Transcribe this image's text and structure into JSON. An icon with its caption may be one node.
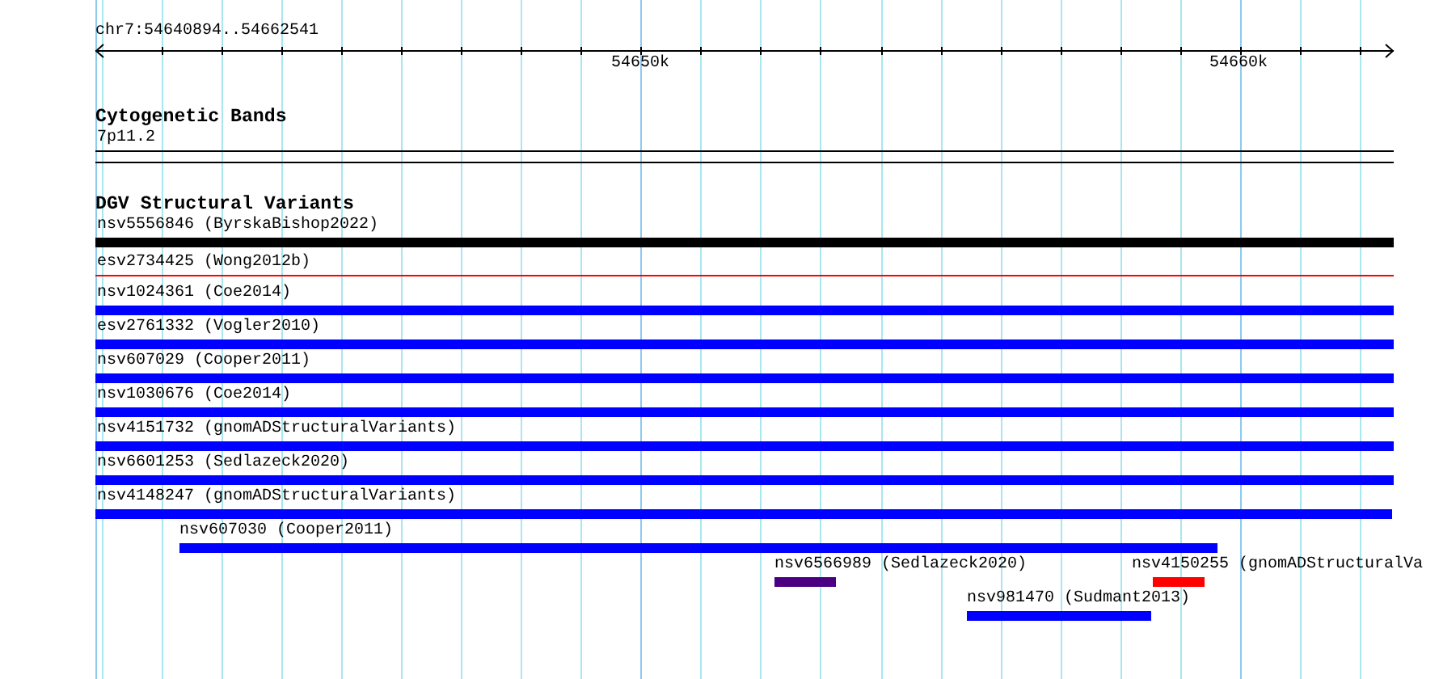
{
  "diagram": {
    "nodes": [
      {
        "text": [
          "7p11.2"
        ]
      },
      {
        "text": [
          "nsv5556846 (ByrskaBishop2022)"
        ]
      },
      {
        "text": [
          "esv2734425 (Wong2012b)"
        ]
      },
      {
        "text": [
          "nsv1024361 (Coe2014)"
        ]
      },
      {
        "text": [
          "esv2761332 (Vogler2010)"
        ]
      },
      {
        "text": [
          "nsv607029 (Cooper2011)"
        ]
      },
      {
        "text": [
          "nsv1030676 (Coe2014)"
        ]
      },
      {
        "text": [
          "nsv4151732 (gnomADStructuralVariants)"
        ]
      },
      {
        "text": [
          "nsv6601253 (Sedlazeck2020)"
        ]
      },
      {
        "text": [
          "nsv4148247 (gnomADStructuralVariants)"
        ]
      },
      {
        "text": [
          "nsv607030 (Cooper2011)"
        ]
      },
      {
        "text": [
          "nsv6566989 (Sedlazeck2020)"
        ]
      },
      {
        "text": [
          "nsv4150255 (gnomADStructuralVa"
        ]
      },
      {
        "text": [
          "nsv981470 (Sudmant2013)"
        ]
      }
    ],
    "labels": [
      "chr7:54640894..54662541",
      "54650k",
      "54660k",
      "Cytogenetic Bands",
      "DGV Structural Variants"
    ]
  }
}
